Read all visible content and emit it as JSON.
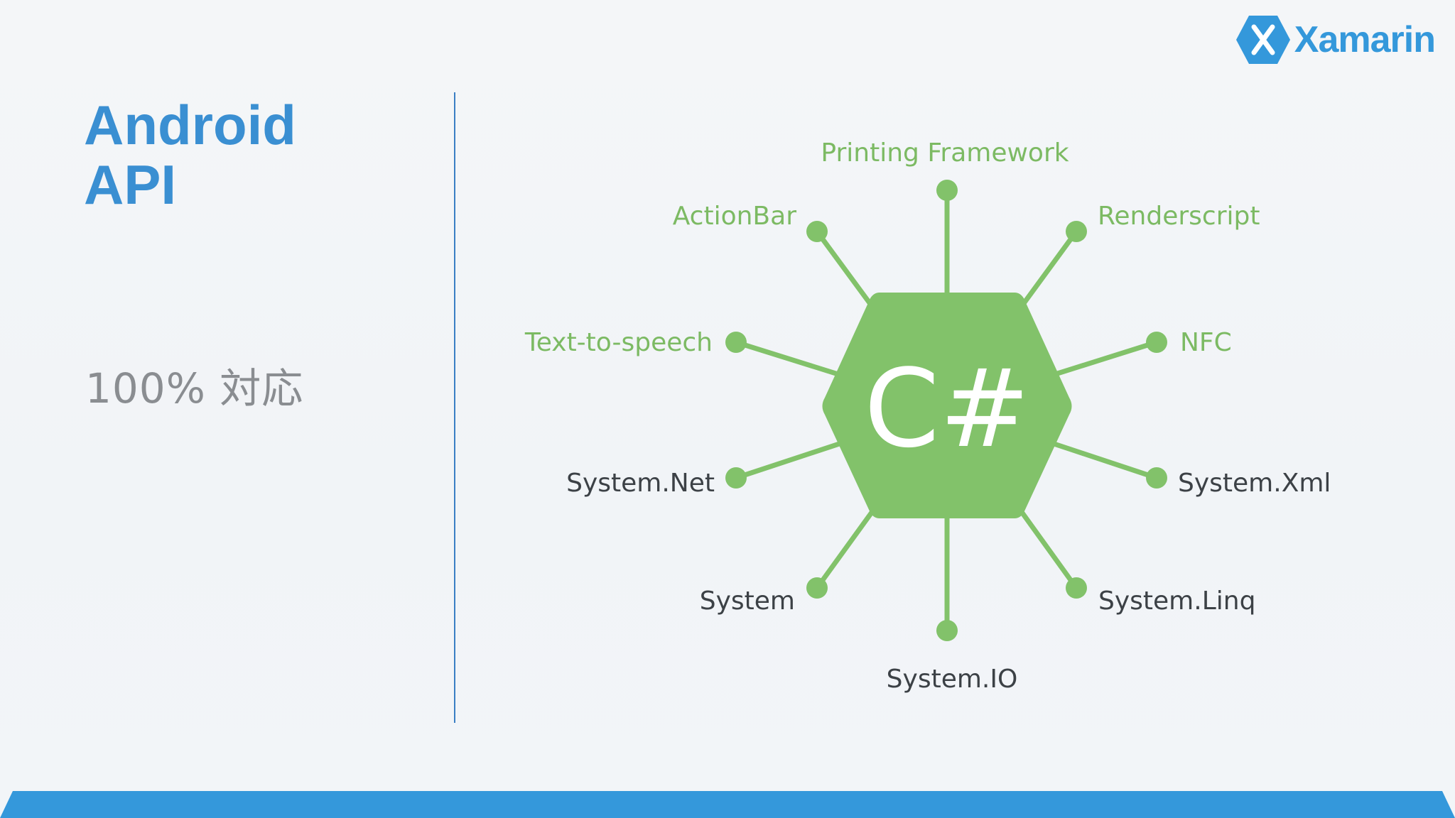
{
  "brand": {
    "name": "Xamarin",
    "color": "#3498db"
  },
  "title": {
    "line1": "Android",
    "line2": "API"
  },
  "subtitle": "100% 対応",
  "hub": {
    "label": "C#",
    "color": "#82c26a"
  },
  "nodes": {
    "printing_framework": "Printing Framework",
    "actionbar": "ActionBar",
    "renderscript": "Renderscript",
    "text_to_speech": "Text-to-speech",
    "nfc": "NFC",
    "system_net": "System.Net",
    "system_xml": "System.Xml",
    "system": "System",
    "system_linq": "System.Linq",
    "system_io": "System.IO"
  },
  "colors": {
    "title": "#3a8fd2",
    "subtitle": "#8a8d91",
    "android_label": "#7cba63",
    "dotnet_label": "#3c4146",
    "spoke": "#82c26a",
    "bottom_bar": "#3498db"
  }
}
